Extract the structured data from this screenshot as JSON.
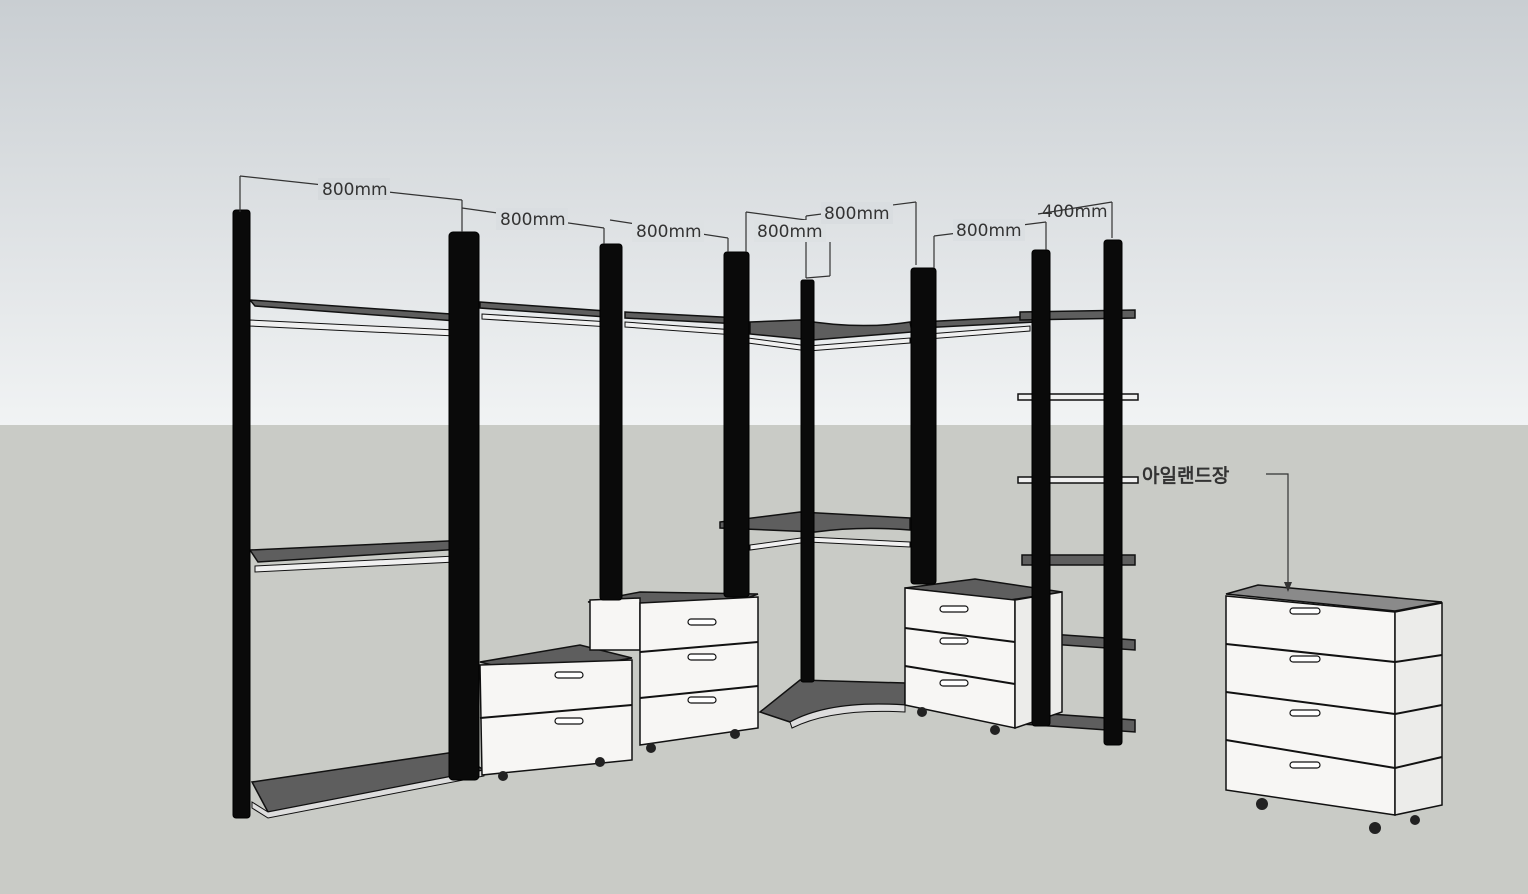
{
  "dimensions": {
    "d1": "800mm",
    "d2": "800mm",
    "d3": "800mm",
    "d4": "800mm",
    "d5": "800mm",
    "d6": "800mm",
    "d7": "400mm"
  },
  "labels": {
    "island_cabinet": "아일랜드장"
  },
  "colors": {
    "sky_top": "#c9ced2",
    "sky_bottom": "#f1f3f4",
    "floor": "#c9cbc6",
    "post": "#0a0a0a",
    "shelf_top": "#5e5e5e",
    "drawer_face": "#f7f6f4"
  }
}
